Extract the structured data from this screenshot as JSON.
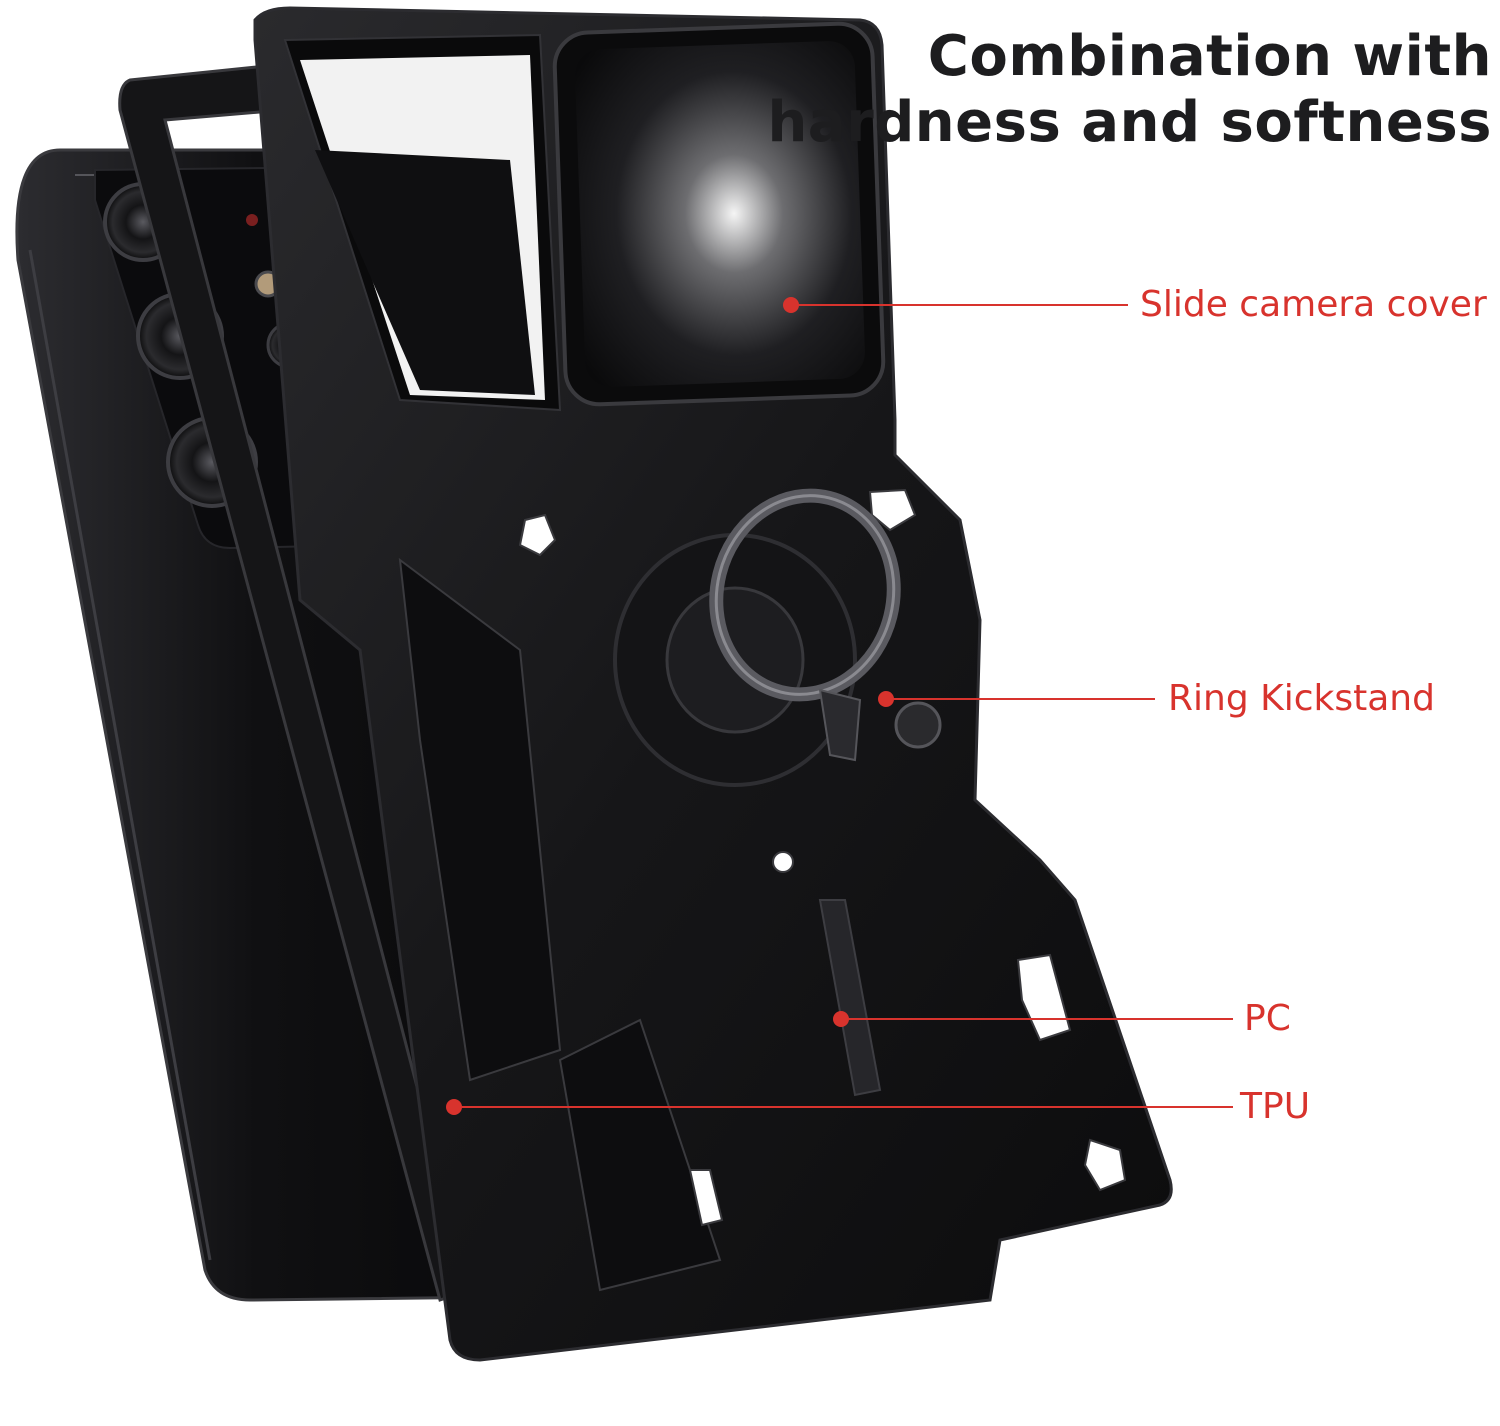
{
  "headline": {
    "line1": "Combination with",
    "line2": "hardness and softness"
  },
  "callouts": [
    {
      "id": "slide",
      "label": "Slide camera cover"
    },
    {
      "id": "ring",
      "label": "Ring Kickstand"
    },
    {
      "id": "pc",
      "label": "PC"
    },
    {
      "id": "tpu",
      "label": "TPU"
    }
  ],
  "colors": {
    "accent_red": "#d8332d",
    "headline_text": "#1d1d1f",
    "case_black": "#1a1a1c",
    "phone_black": "#0e0e10",
    "background": "#ffffff"
  },
  "icons": [
    "phone-image",
    "camera-lens-icon",
    "ring-kickstand-icon",
    "callout-dot-icon"
  ]
}
